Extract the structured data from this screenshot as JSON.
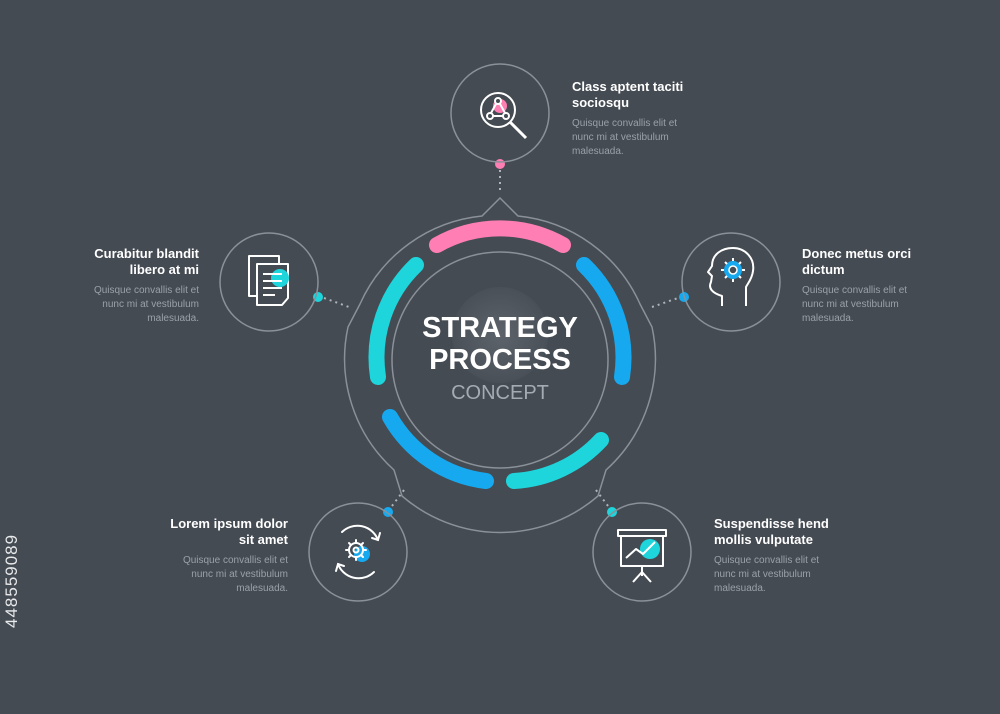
{
  "center": {
    "title_line1": "STRATEGY",
    "title_line2": "PROCESS",
    "subtitle": "CONCEPT"
  },
  "steps": [
    {
      "title_line1": "Class aptent taciti",
      "title_line2": "sociosqu",
      "body": [
        "Quisque convallis elit et",
        "nunc mi at vestibulum",
        "malesuada."
      ],
      "icon": "molecule-search-icon"
    },
    {
      "title_line1": "Donec metus orci",
      "title_line2": "dictum",
      "body": [
        "Quisque convallis elit et",
        "nunc mi at vestibulum",
        "malesuada."
      ],
      "icon": "head-gear-icon"
    },
    {
      "title_line1": "Suspendisse hend",
      "title_line2": "mollis vulputate",
      "body": [
        "Quisque convallis elit et",
        "nunc mi at vestibulum",
        "malesuada."
      ],
      "icon": "presentation-board-icon"
    },
    {
      "title_line1": "Lorem ipsum dolor",
      "title_line2": "sit amet",
      "body": [
        "Quisque convallis elit et",
        "nunc mi at vestibulum",
        "malesuada."
      ],
      "icon": "gear-cycle-icon"
    },
    {
      "title_line1": "Curabitur blandit",
      "title_line2": "libero at mi",
      "body": [
        "Quisque convallis elit et",
        "nunc mi at vestibulum",
        "malesuada."
      ],
      "icon": "documents-icon"
    }
  ],
  "watermark": {
    "stock_id": "448559089"
  },
  "colors": {
    "background": "#454b53",
    "pink": "#ff7eb3",
    "cyan": "#1fd5dc",
    "blue": "#17a9ef",
    "outline": "#8b9198"
  }
}
